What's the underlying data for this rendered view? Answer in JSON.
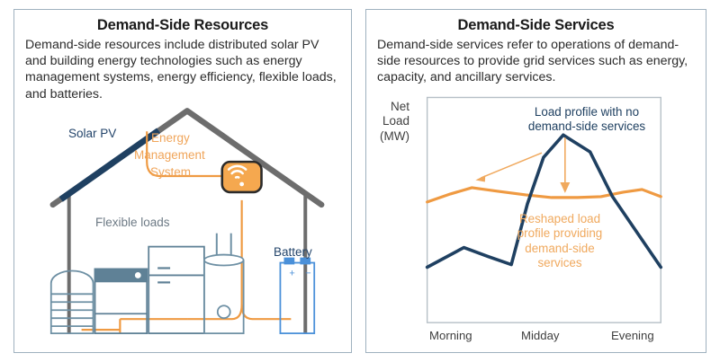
{
  "colors": {
    "panel_border": "#9fb1bf",
    "navy": "#1f4061",
    "orange": "#ef9a42",
    "orange_light": "#f0a95e",
    "roof_gray": "#6d6d6d",
    "appliance_blue": "#5f8196",
    "battery_blue": "#4a90d9",
    "label_navy": "#3e5d78",
    "label_gray": "#6d7a85"
  },
  "left_panel": {
    "title": "Demand-Side Resources",
    "body": "Demand-side resources include distributed solar PV and building energy technologies such as energy management systems, energy efficiency, flexible loads, and batteries.",
    "labels": {
      "solar_pv": "Solar PV",
      "ems_line1": "Energy",
      "ems_line2": "Management",
      "ems_line3": "System",
      "flexible_loads": "Flexible loads",
      "battery": "Battery"
    },
    "icons": {
      "ems": "wifi-icon",
      "battery_plus": "+",
      "battery_minus": "−"
    }
  },
  "right_panel": {
    "title": "Demand-Side Services",
    "body": "Demand-side services refer to operations of demand-side resources to provide grid services such as energy, capacity, and ancillary services.",
    "annotations": {
      "navy_line1": "Load profile with no",
      "navy_line2": "demand-side services",
      "orange_line1": "Reshaped load",
      "orange_line2": "profile providing",
      "orange_line3": "demand-side",
      "orange_line4": "services"
    }
  },
  "chart_data": {
    "type": "line",
    "title": "",
    "ylabel_lines": [
      "Net",
      "Load",
      "(MW)"
    ],
    "ylabel": "Net Load (MW)",
    "xlabel": "",
    "grid": false,
    "legend": "annotations",
    "xlim": [
      0,
      10
    ],
    "ylim": [
      0,
      10
    ],
    "categories": [
      "Morning",
      "Midday",
      "Evening"
    ],
    "tick_positions": [
      0.9,
      5.0,
      9.1
    ],
    "series": [
      {
        "name": "Load profile with no demand-side services",
        "color": "#1f4061",
        "x": [
          0.0,
          1.55,
          2.6,
          3.6,
          4.3,
          5.0,
          5.85,
          7.0,
          7.95,
          10.0
        ],
        "y": [
          2.45,
          3.3,
          2.9,
          2.55,
          5.25,
          7.35,
          8.35,
          7.6,
          5.6,
          2.45
        ]
      },
      {
        "name": "Reshaped load profile providing demand-side services",
        "color": "#ef9a42",
        "x": [
          0.0,
          1.0,
          1.9,
          3.0,
          4.2,
          5.3,
          6.4,
          7.4,
          8.4,
          9.2,
          10.0
        ],
        "y": [
          5.35,
          5.7,
          6.0,
          5.85,
          5.7,
          5.6,
          5.6,
          5.65,
          5.85,
          5.95,
          5.6
        ]
      }
    ],
    "arrows": [
      {
        "name": "orange-callout-arrow",
        "from": [
          4.9,
          7.45
        ],
        "to": [
          2.1,
          6.4
        ]
      },
      {
        "name": "navy-callout-arrow",
        "from": [
          5.85,
          8.0
        ],
        "to": [
          5.85,
          5.95
        ]
      }
    ]
  }
}
